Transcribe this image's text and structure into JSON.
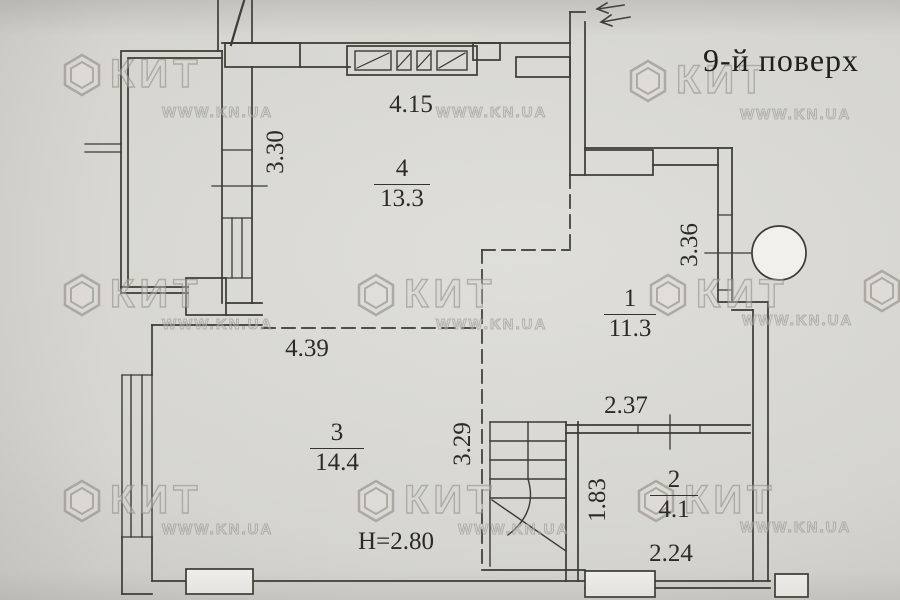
{
  "title": "9-й поверх",
  "watermark": {
    "brand": "КИТ",
    "site": "WWW.KN.UA"
  },
  "rooms": [
    {
      "number": "4",
      "area": "13.3"
    },
    {
      "number": "1",
      "area": "11.3"
    },
    {
      "number": "3",
      "area": "14.4"
    },
    {
      "number": "2",
      "area": "4.1"
    }
  ],
  "dimensions": {
    "top_wall_width": "4.15",
    "left_upper_window": "3.30",
    "right_window": "3.36",
    "room3_width": "4.39",
    "stair_zone_depth": "3.29",
    "room2_width_top": "2.37",
    "room2_depth": "1.83",
    "room2_width_bottom": "2.24",
    "ceiling_height": "H=2.80"
  }
}
